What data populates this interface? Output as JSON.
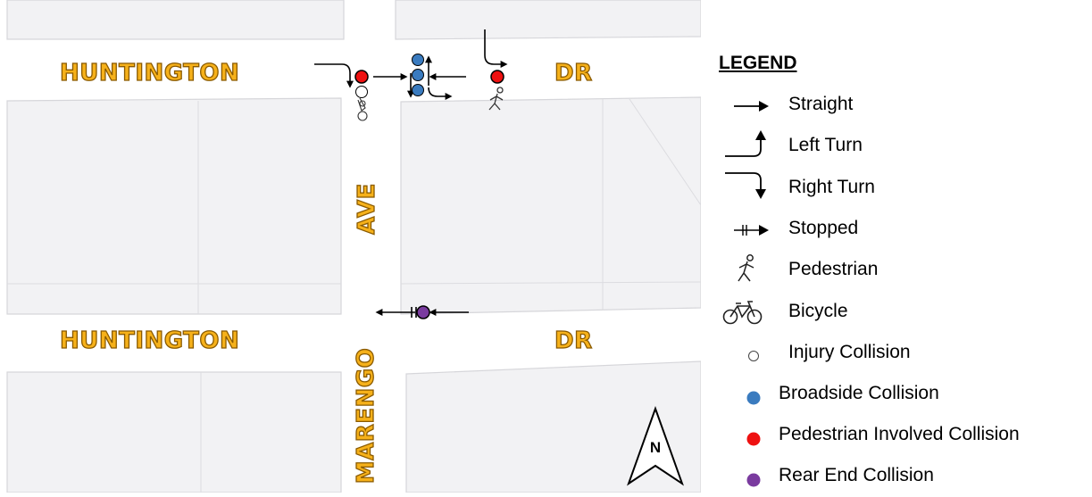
{
  "map": {
    "streets": {
      "north_west": "HUNTINGTON",
      "north_east": "DR",
      "south_west": "HUNTINGTON",
      "south_east": "DR",
      "avenue_upper": "AVE",
      "avenue_lower": "MARENGO"
    },
    "north_arrow_label": "N",
    "colors": {
      "block": "#f2f2f4",
      "block_edge": "#d6d6da",
      "street_label_fill": "#f6b11a",
      "street_label_outline": "#8a5a00"
    }
  },
  "legend": {
    "title": "LEGEND",
    "items": [
      {
        "label": "Straight",
        "icon": "straight-arrow-icon"
      },
      {
        "label": "Left Turn",
        "icon": "left-turn-arrow-icon"
      },
      {
        "label": "Right Turn",
        "icon": "right-turn-arrow-icon"
      },
      {
        "label": "Stopped",
        "icon": "stopped-arrow-icon"
      },
      {
        "label": "Pedestrian",
        "icon": "pedestrian-icon"
      },
      {
        "label": "Bicycle",
        "icon": "bicycle-icon"
      },
      {
        "label": "Injury Collision",
        "icon": "injury-circle-icon"
      },
      {
        "label": "Broadside Collision",
        "icon": "broadside-dot-icon",
        "color": "#3a7bbf"
      },
      {
        "label": "Pedestrian Involved Collision",
        "icon": "pedestrian-dot-icon",
        "color": "#ee1111"
      },
      {
        "label": "Rear End Collision",
        "icon": "rear-end-dot-icon",
        "color": "#7a3b9f"
      }
    ]
  }
}
